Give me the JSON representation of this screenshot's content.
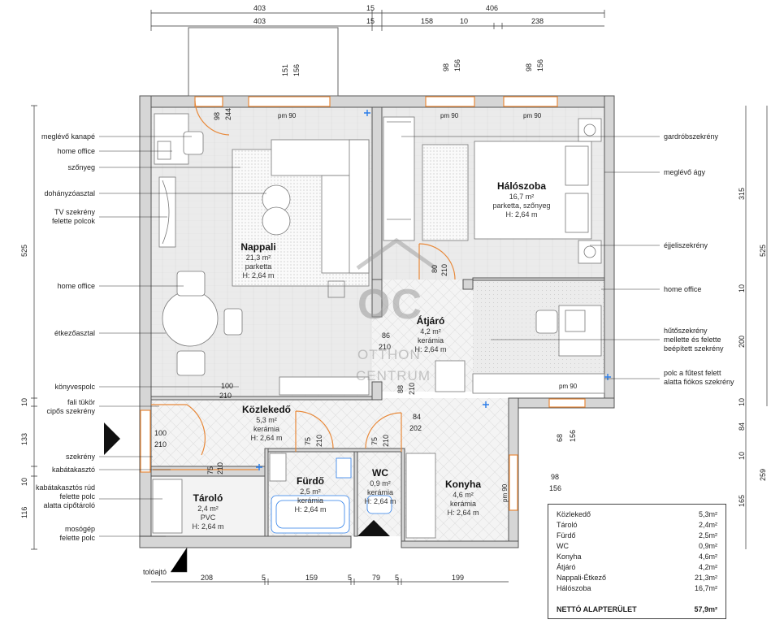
{
  "dims": {
    "top1": [
      "403",
      "15",
      "406"
    ],
    "top2": [
      "403",
      "15",
      "158",
      "10",
      "238"
    ],
    "bottom": [
      "208",
      "5",
      "159",
      "5",
      "79",
      "5",
      "199"
    ],
    "left": [
      "525",
      "10",
      "133",
      "10",
      "116"
    ],
    "right": [
      "315",
      "525",
      "10",
      "200",
      "10",
      "84",
      "10",
      "259",
      "165"
    ],
    "inner": {
      "a151": "151",
      "a156": "156",
      "b98": "98",
      "b156": "156",
      "c98": "98",
      "c156": "156",
      "d98": "98",
      "d244": "244",
      "pm90_1": "pm 90",
      "pm90_2": "pm 90",
      "pm90_3": "pm 90",
      "pm90_4": "pm 90",
      "pm90_5": "pm 90",
      "e80": "80",
      "e210": "210",
      "f86": "86",
      "f210": "210",
      "g88": "88",
      "g210": "210",
      "h100": "100",
      "h210": "210",
      "i100": "100",
      "i210": "210",
      "j75a": "75",
      "j210a": "210",
      "j75b": "75",
      "j210b": "210",
      "j75c": "75",
      "j210c": "210",
      "k84": "84",
      "k202": "202",
      "l68": "68",
      "l156": "156",
      "m98": "98",
      "m156": "156"
    }
  },
  "labels_left": [
    "meglévő kanapé",
    "home office",
    "szőnyeg",
    "dohányzóasztal",
    "TV szekrény",
    "felette polcok",
    "home office",
    "étkezőasztal",
    "könyvespolc",
    "fali tükör",
    "cipős szekrény",
    "szekrény",
    "kabátakasztó",
    "kabátakasztós rúd",
    "felette polc",
    "alatta cipőtároló",
    "mosógép",
    "felette polc",
    "tolóajtó"
  ],
  "labels_right": [
    "gardróbszekrény",
    "meglévő ágy",
    "éjjeliszekrény",
    "home office",
    "hűtőszekrény",
    "mellette és felette",
    "beépített szekrény",
    "polc a fűtest felett",
    "alatta fiókos szekrény"
  ],
  "rooms": {
    "nappali": {
      "name": "Nappali",
      "area": "21,3 m²",
      "floor": "parketta",
      "height": "H: 2,64 m"
    },
    "haloszoba": {
      "name": "Hálószoba",
      "area": "16,7 m²",
      "floor": "parketta, szőnyeg",
      "height": "H: 2,64 m"
    },
    "atjaro": {
      "name": "Átjáró",
      "area": "4,2 m²",
      "floor": "kerámia",
      "height": "H: 2,64 m"
    },
    "kozlekedo": {
      "name": "Közlekedő",
      "area": "5,3 m²",
      "floor": "kerámia",
      "height": "H: 2,64 m"
    },
    "furdo": {
      "name": "Fürdő",
      "area": "2,5 m²",
      "floor": "kerámia",
      "height": "H: 2,64 m"
    },
    "wc": {
      "name": "WC",
      "area": "0,9 m²",
      "floor": "kerámia",
      "height": "H: 2,64 m"
    },
    "konyha": {
      "name": "Konyha",
      "area": "4,6 m²",
      "floor": "kerámia",
      "height": "H: 2,64 m"
    },
    "tarolo": {
      "name": "Tároló",
      "area": "2,4 m²",
      "floor": "PVC",
      "height": "H: 2,64 m"
    }
  },
  "area_table": {
    "rows": [
      {
        "name": "Közlekedő",
        "value": "5,3m²"
      },
      {
        "name": "Tároló",
        "value": "2,4m²"
      },
      {
        "name": "Fürdő",
        "value": "2,5m²"
      },
      {
        "name": "WC",
        "value": "0,9m²"
      },
      {
        "name": "Konyha",
        "value": "4,6m²"
      },
      {
        "name": "Átjáró",
        "value": "4,2m²"
      },
      {
        "name": "Nappali-Étkező",
        "value": "21,3m²"
      },
      {
        "name": "Hálószoba",
        "value": "16,7m²"
      }
    ],
    "total_label": "NETTÓ ALAPTERÜLET",
    "total_value": "57,9m²"
  },
  "logo": {
    "mark": "OC",
    "line1": "OTTHON",
    "line2": "CENTRUM"
  },
  "colors": {
    "wall": "#d6d6d6",
    "wall_stroke": "#555555",
    "door": "#e8893a",
    "accent_blue": "#2b7de9",
    "floor_wood": "#e9e9e9",
    "tile": "#f2f2f2"
  }
}
